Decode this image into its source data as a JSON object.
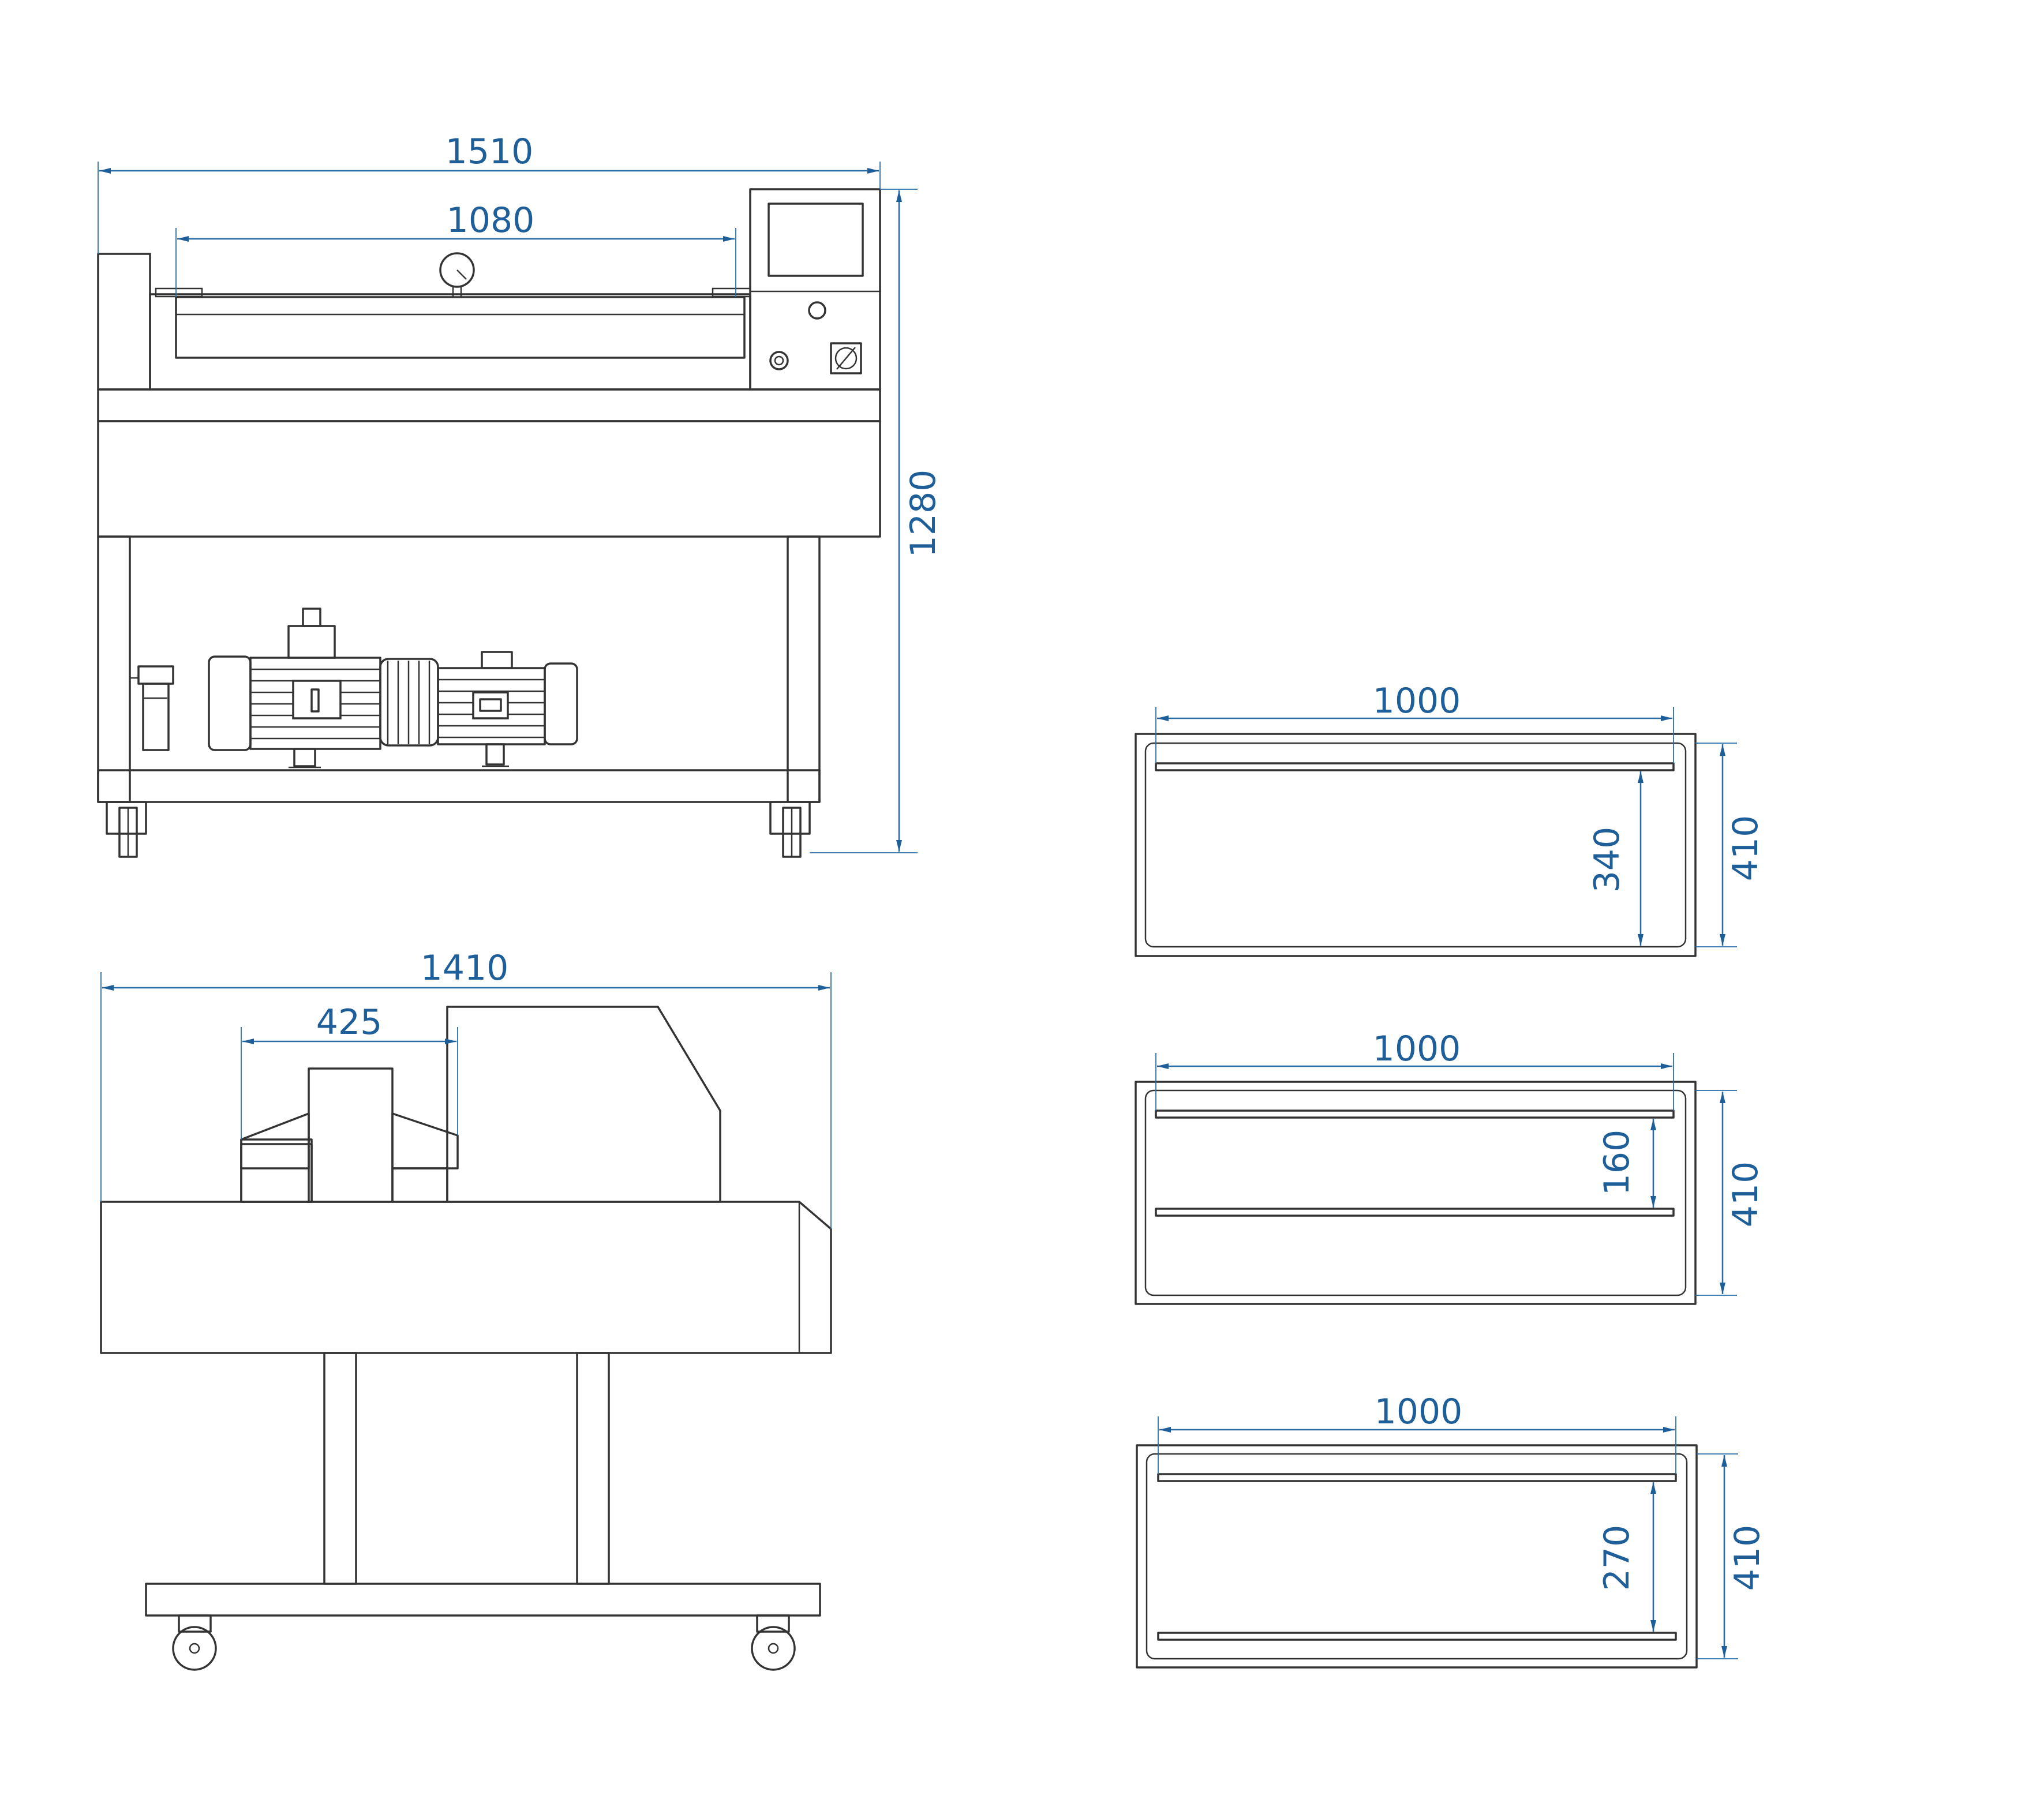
{
  "front_view": {
    "overall_width": "1510",
    "chamber_width": "1080",
    "overall_height": "1280"
  },
  "side_view": {
    "overall_depth": "1410",
    "head_depth": "425"
  },
  "seal_layouts": [
    {
      "bar_length": "1000",
      "inner_dimension": "340",
      "chamber_depth": "410"
    },
    {
      "bar_length": "1000",
      "inner_dimension": "160",
      "chamber_depth": "410"
    },
    {
      "bar_length": "1000",
      "inner_dimension": "270",
      "chamber_depth": "410"
    }
  ],
  "colors": {
    "dimension": "#1f5f99",
    "outline": "#333333"
  }
}
